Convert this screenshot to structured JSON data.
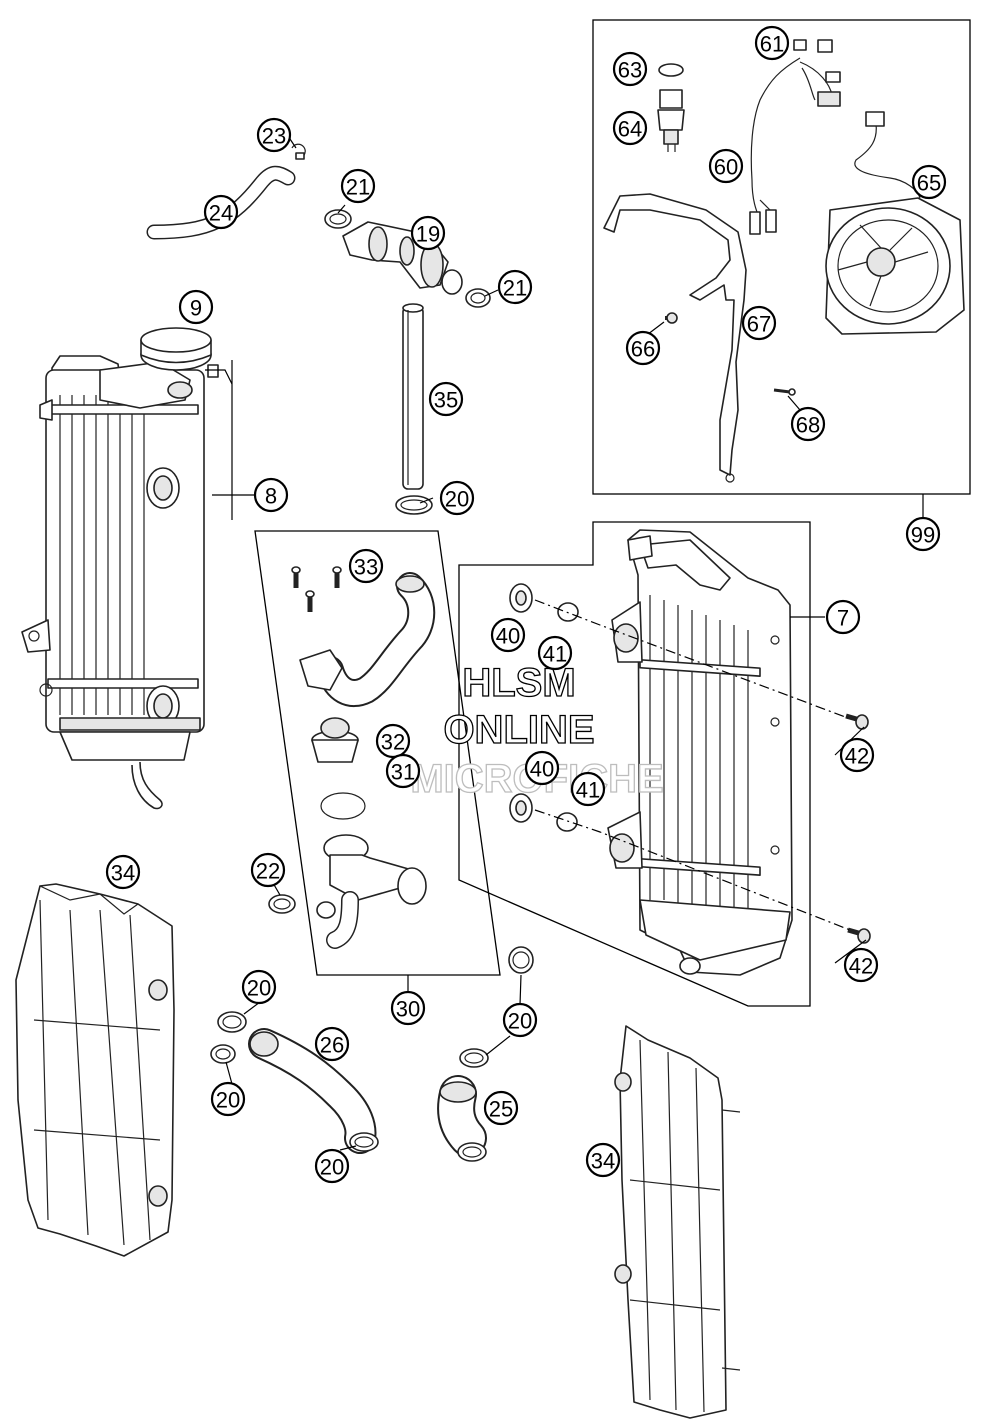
{
  "watermark": {
    "line1": "HLSM",
    "line2": "ONLINE",
    "line3": "MICROFICHE"
  },
  "callouts": {
    "c61": "61",
    "c63": "63",
    "c64": "64",
    "c60": "60",
    "c65": "65",
    "c23": "23",
    "c24": "24",
    "c21a": "21",
    "c19": "19",
    "c21b": "21",
    "c9": "9",
    "c35": "35",
    "c8": "8",
    "c20a": "20",
    "c66": "66",
    "c67": "67",
    "c68": "68",
    "c99": "99",
    "c33": "33",
    "c7": "7",
    "c40a": "40",
    "c41a": "41",
    "c32": "32",
    "c42a": "42",
    "c40b": "40",
    "c41b": "41",
    "c31": "31",
    "c34a": "34",
    "c22": "22",
    "c42b": "42",
    "c20b": "20",
    "c30": "30",
    "c20c": "20",
    "c26": "26",
    "c20d": "20",
    "c25": "25",
    "c34b": "34",
    "c20e": "20"
  }
}
